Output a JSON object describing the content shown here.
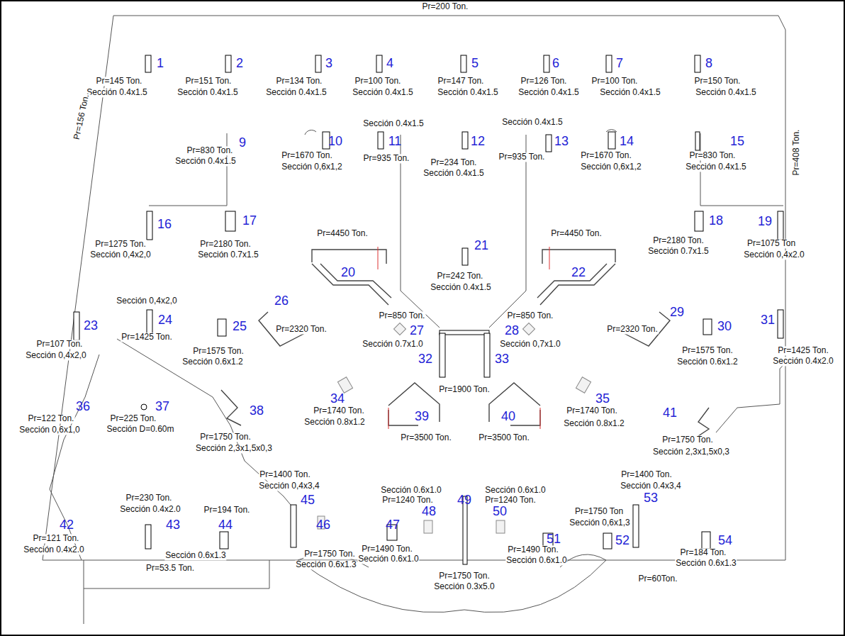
{
  "diagram": {
    "labels": [
      "Pr=200 Ton.",
      "1",
      "Pr=145 Ton.",
      "Sección 0.4x1.5",
      "2",
      "Pr=151 Ton.",
      "Sección 0.4x1.5",
      "3",
      "Pr=134 Ton.",
      "Sección 0.4x1.5",
      "4",
      "Pr=100 Ton.",
      "Sección 0.4x1.5",
      "5",
      "Pr=147 Ton.",
      "Sección 0.4x1.5",
      "6",
      "Pr=126 Ton.",
      "Sección 0.4x1.5",
      "7",
      "Pr=100 Ton.",
      "Sección 0.4x1.5",
      "8",
      "Pr=150 Ton.",
      "Sección 0.4x1.5",
      "Pr=156 Ton.",
      "Pr=408 Ton.",
      "Sección 0.4x1.5",
      "Sección 0.4x1.5",
      "9",
      "Pr=830 Ton.",
      "Sección 0.4x1.5",
      "10",
      "Pr=1670 Ton.",
      "Sección 0,6x1,2",
      "11",
      "Pr=935 Ton.",
      "12",
      "Pr=234 Ton.",
      "Sección 0.4x1.5",
      "13",
      "Pr=935 Ton.",
      "14",
      "Pr=1670 Ton.",
      "Sección 0,6x1,2",
      "15",
      "Pr=830 Ton.",
      "Sección 0.4x1.5",
      "16",
      "Pr=1275 Ton.",
      "Sección 0,4x2,0",
      "17",
      "Pr=2180 Ton.",
      "Sección 0.7x1.5",
      "Pr=4450 Ton.",
      "20",
      "21",
      "Pr=242 Ton.",
      "Sección 0.4x1.5",
      "Pr=4450 Ton.",
      "22",
      "18",
      "Pr=2180 Ton.",
      "Sección 0.7x1.5",
      "19",
      "Pr=1075 Ton",
      "Sección 0,4x2.0",
      "Sección 0,4x2,0",
      "26",
      "Pr=2320 Ton.",
      "Pr=850 Ton.",
      "27",
      "Sección 0.7x1.0",
      "Pr=850 Ton.",
      "28",
      "Sección 0,7x1.0",
      "29",
      "Pr=2320 Ton.",
      "23",
      "Pr=107 Ton.",
      "Sección 0,4x2,0",
      "24",
      "Pr=1425 Ton.",
      "25",
      "Pr=1575 Ton.",
      "Sección 0.6x1.2",
      "30",
      "Pr=1575 Ton.",
      "Sección 0.6x1.2",
      "31",
      "Pr=1425 Ton.",
      "Sección 0.4x2.0",
      "32",
      "33",
      "Pr=1900 Ton.",
      "34",
      "Pr=1740 Ton.",
      "Sección 0.8x1.2",
      "35",
      "Pr=1740 Ton.",
      "Sección 0.8x1.2",
      "36",
      "Pr=122 Ton.",
      "Sección 0,6x1,0",
      "37",
      "Pr=225 Ton.",
      "Sección D=0.60m",
      "38",
      "Pr=1750 Ton.",
      "Sección 2,3x1,5x0,3",
      "39",
      "40",
      "Pr=3500 Ton.",
      "Pr=3500 Ton.",
      "41",
      "Pr=1750 Ton.",
      "Sección 2,3x1,5x0,3",
      "Pr=1400 Ton.",
      "Sección 0,4x3,4",
      "Sección 0.6x1.0",
      "Pr=1240 Ton.",
      "Sección 0.6x1.0",
      "Pr=1240 Ton.",
      "Pr=1400 Ton.",
      "Sección 0.4x3,4",
      "45",
      "48",
      "49",
      "50",
      "53",
      "Pr=230 Ton.",
      "Sección 0.4x2.0",
      "Pr=194 Ton.",
      "Pr=1750 Ton",
      "Sección 0,6x1,3",
      "42",
      "43",
      "44",
      "46",
      "47",
      "51",
      "52",
      "54",
      "Pr=121 Ton.",
      "Sección 0.4x2.0",
      "Sección 0.6x1.3",
      "Pr=1750 Ton.",
      "Sección 0.6x1.3",
      "Pr=1490 Ton.",
      "Sección 0.6x1.0",
      "Pr=1490 Ton.",
      "Sección 0.6x1.0",
      "Pr=184 Ton.",
      "Sección 0.6x1.3",
      "Pr=53.5 Ton.",
      "Pr=1750 Ton.",
      "Sección 0.3x5.0",
      "Pr=60Ton."
    ]
  }
}
